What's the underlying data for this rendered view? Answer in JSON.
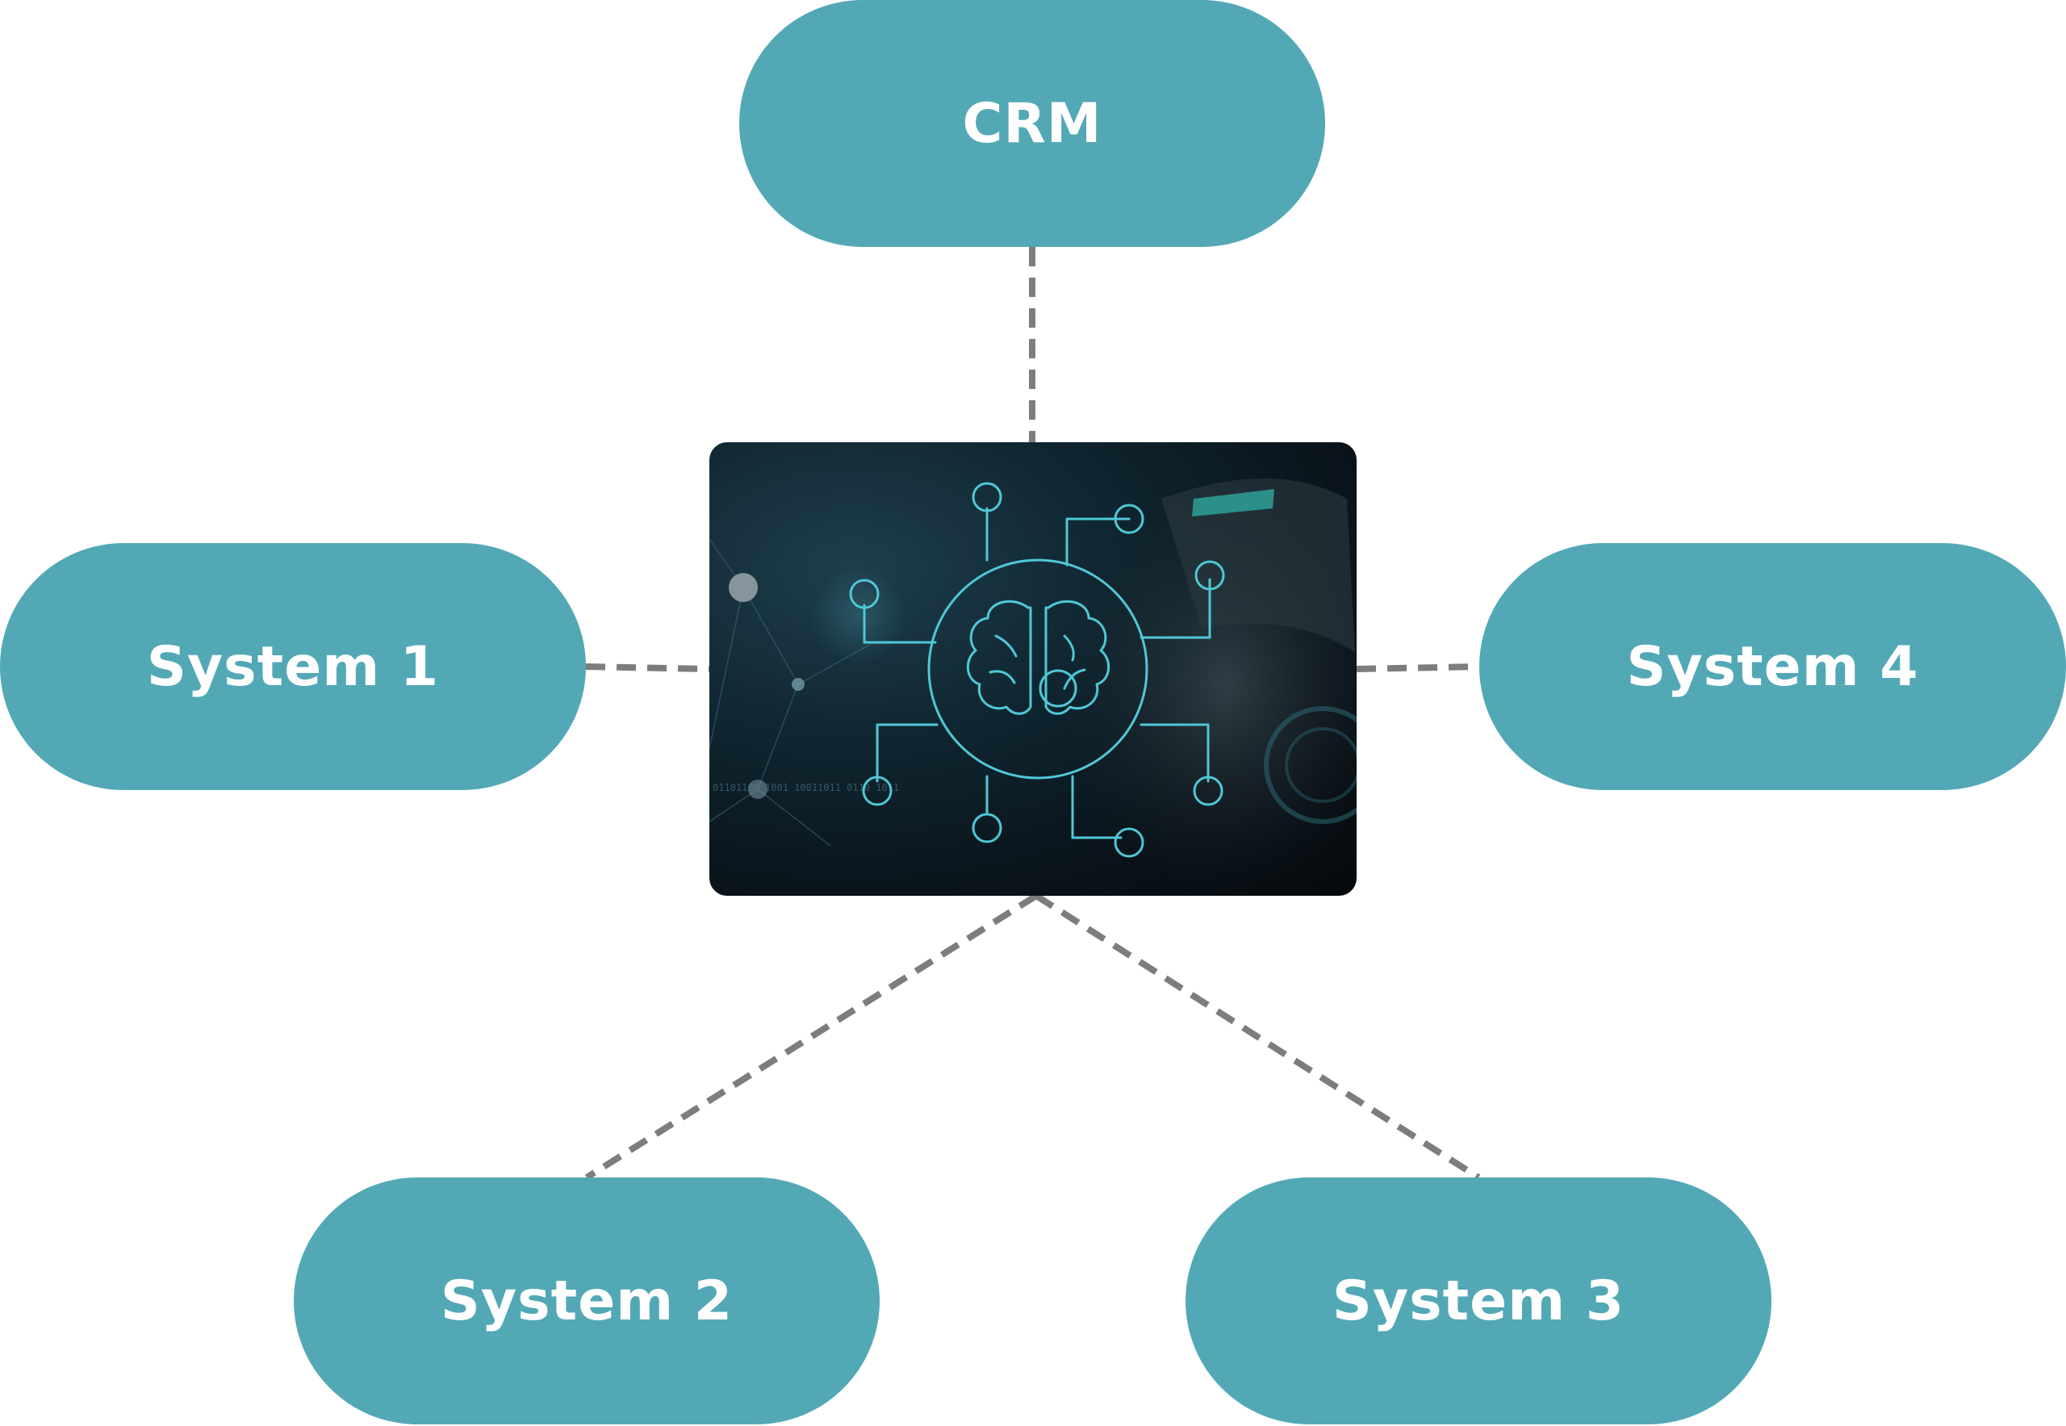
{
  "diagram": {
    "hub": {
      "icon": "brain-circuit-icon"
    },
    "nodes": [
      {
        "id": "crm",
        "label": "CRM"
      },
      {
        "id": "system-1",
        "label": "System 1"
      },
      {
        "id": "system-4",
        "label": "System 4"
      },
      {
        "id": "system-2",
        "label": "System 2"
      },
      {
        "id": "system-3",
        "label": "System 3"
      }
    ],
    "colors": {
      "node_fill": "#53a8b6",
      "node_text": "#ffffff",
      "connector": "#7d7d7d",
      "circuit": "#4fc8d6"
    }
  }
}
